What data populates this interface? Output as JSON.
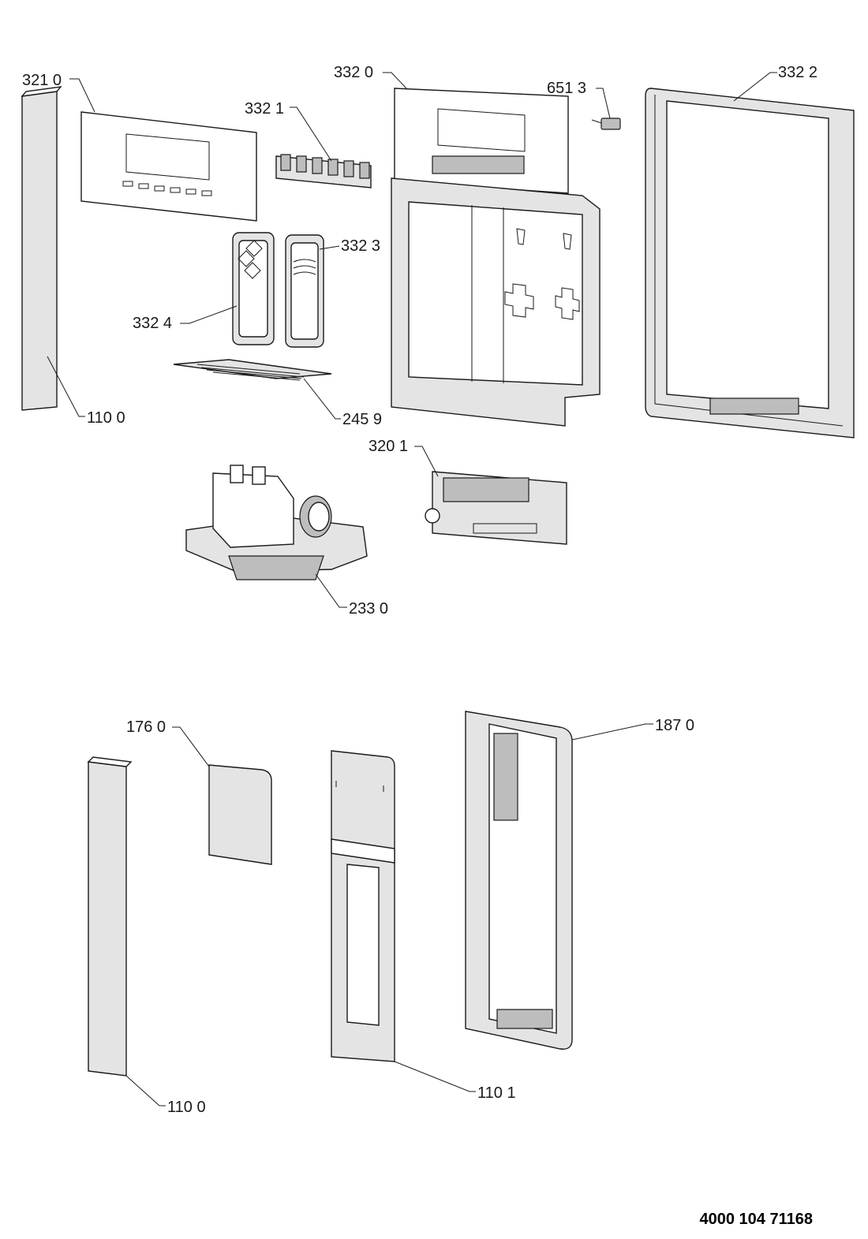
{
  "labels": {
    "p321_0": "321 0",
    "p332_0": "332 0",
    "p651_3": "651 3",
    "p332_2": "332 2",
    "p332_1": "332 1",
    "p332_3": "332 3",
    "p332_4": "332 4",
    "p110_0_top": "110 0",
    "p245_9": "245 9",
    "p320_1": "320 1",
    "p233_0": "233 0",
    "p176_0": "176 0",
    "p187_0": "187 0",
    "p110_1": "110 1",
    "p110_0_bottom": "110 0"
  },
  "document_number": "4000 104 71168"
}
